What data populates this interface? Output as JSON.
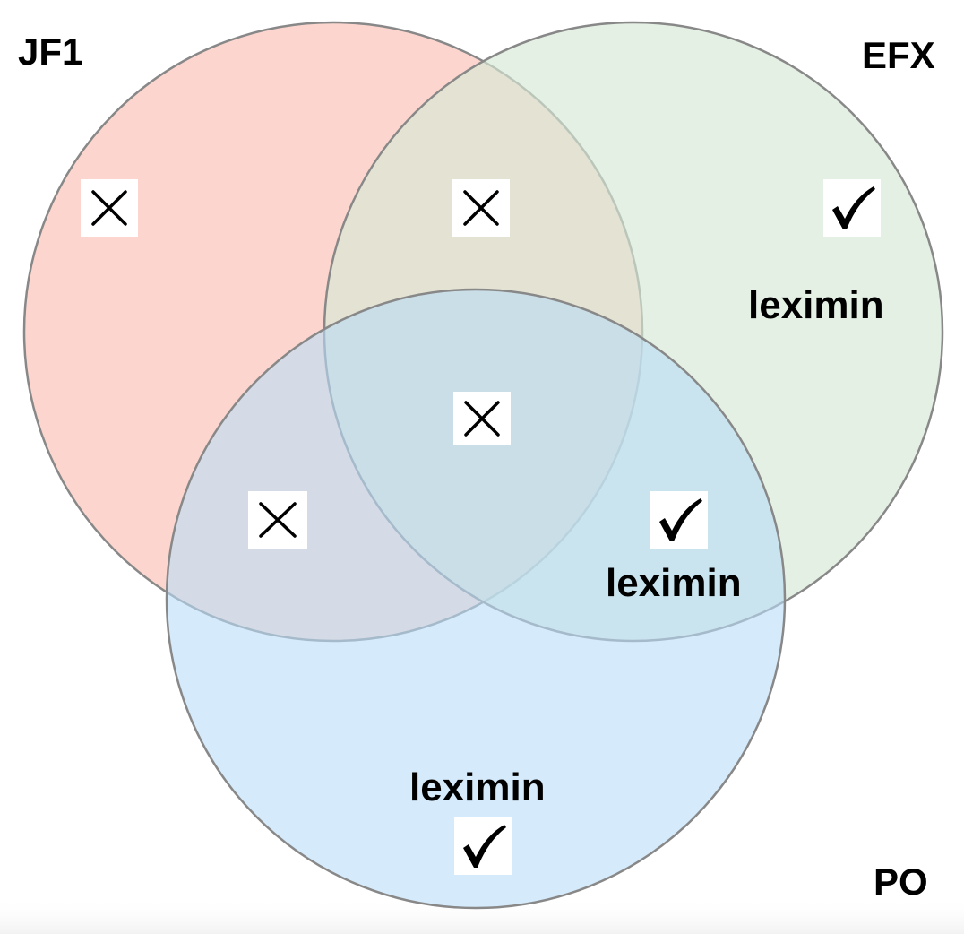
{
  "sets": {
    "jf1": {
      "label": "JF1",
      "fill": "#fbc0b3",
      "opacity": 0.65
    },
    "efx": {
      "label": "EFX",
      "fill": "#d6e8d6",
      "opacity": 0.65
    },
    "po": {
      "label": "PO",
      "fill": "#b9dcf7",
      "opacity": 0.6
    }
  },
  "outline_color": "#888888",
  "regions": {
    "jf1_only": {
      "mark": "cross-icon"
    },
    "jf1_efx": {
      "mark": "cross-icon"
    },
    "efx_only": {
      "mark": "check-icon",
      "label": "leximin"
    },
    "all_three": {
      "mark": "cross-icon"
    },
    "jf1_po": {
      "mark": "cross-icon"
    },
    "efx_po": {
      "mark": "check-icon",
      "label": "leximin"
    },
    "po_only": {
      "mark": "check-icon",
      "label": "leximin"
    }
  }
}
